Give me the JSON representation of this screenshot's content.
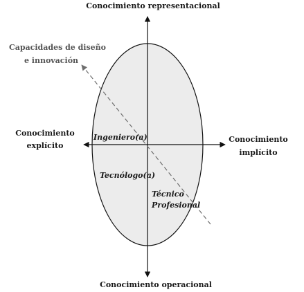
{
  "axes": {
    "top": "Conocimiento representacional",
    "bottom": "Conocimiento operacional",
    "left": [
      "Conocimiento",
      "explícito"
    ],
    "right": [
      "Conocimiento",
      "implícito"
    ]
  },
  "diagonal_label": [
    "Capacidades de diseño",
    "e innovación"
  ],
  "roles": {
    "engineer": "Ingeniero(a)",
    "technologist": "Tecnólogo(a)",
    "technician": [
      "Técnico",
      "Profesional"
    ]
  },
  "colors": {
    "ellipse_fill": "#ececec",
    "line": "#111111",
    "dashed_line": "#6e6e6e",
    "text": "#1a1a1a"
  }
}
